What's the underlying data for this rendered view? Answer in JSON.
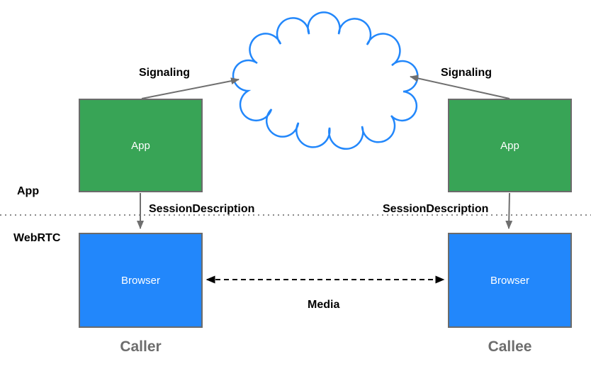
{
  "layers": {
    "app_label": "App",
    "webrtc_label": "WebRTC"
  },
  "nodes": {
    "caller_app": {
      "label": "App"
    },
    "callee_app": {
      "label": "App"
    },
    "caller_browser": {
      "label": "Browser"
    },
    "callee_browser": {
      "label": "Browser"
    }
  },
  "edges": {
    "signaling_left": {
      "label": "Signaling"
    },
    "signaling_right": {
      "label": "Signaling"
    },
    "session_left": {
      "label": "SessionDescription"
    },
    "session_right": {
      "label": "SessionDescription"
    },
    "media": {
      "label": "Media"
    }
  },
  "captions": {
    "caller": "Caller",
    "callee": "Callee"
  },
  "icons": {
    "cloud": "signaling-network-cloud"
  },
  "colors": {
    "app_green": "#38A456",
    "browser_blue": "#2287FB",
    "cloud_stroke": "#2287FB",
    "box_border": "#6B6B6B",
    "arrow_gray": "#6F6F6F",
    "caption_gray": "#6D6D6D",
    "separator_gray": "#8A8A8A",
    "media_black": "#000000"
  }
}
